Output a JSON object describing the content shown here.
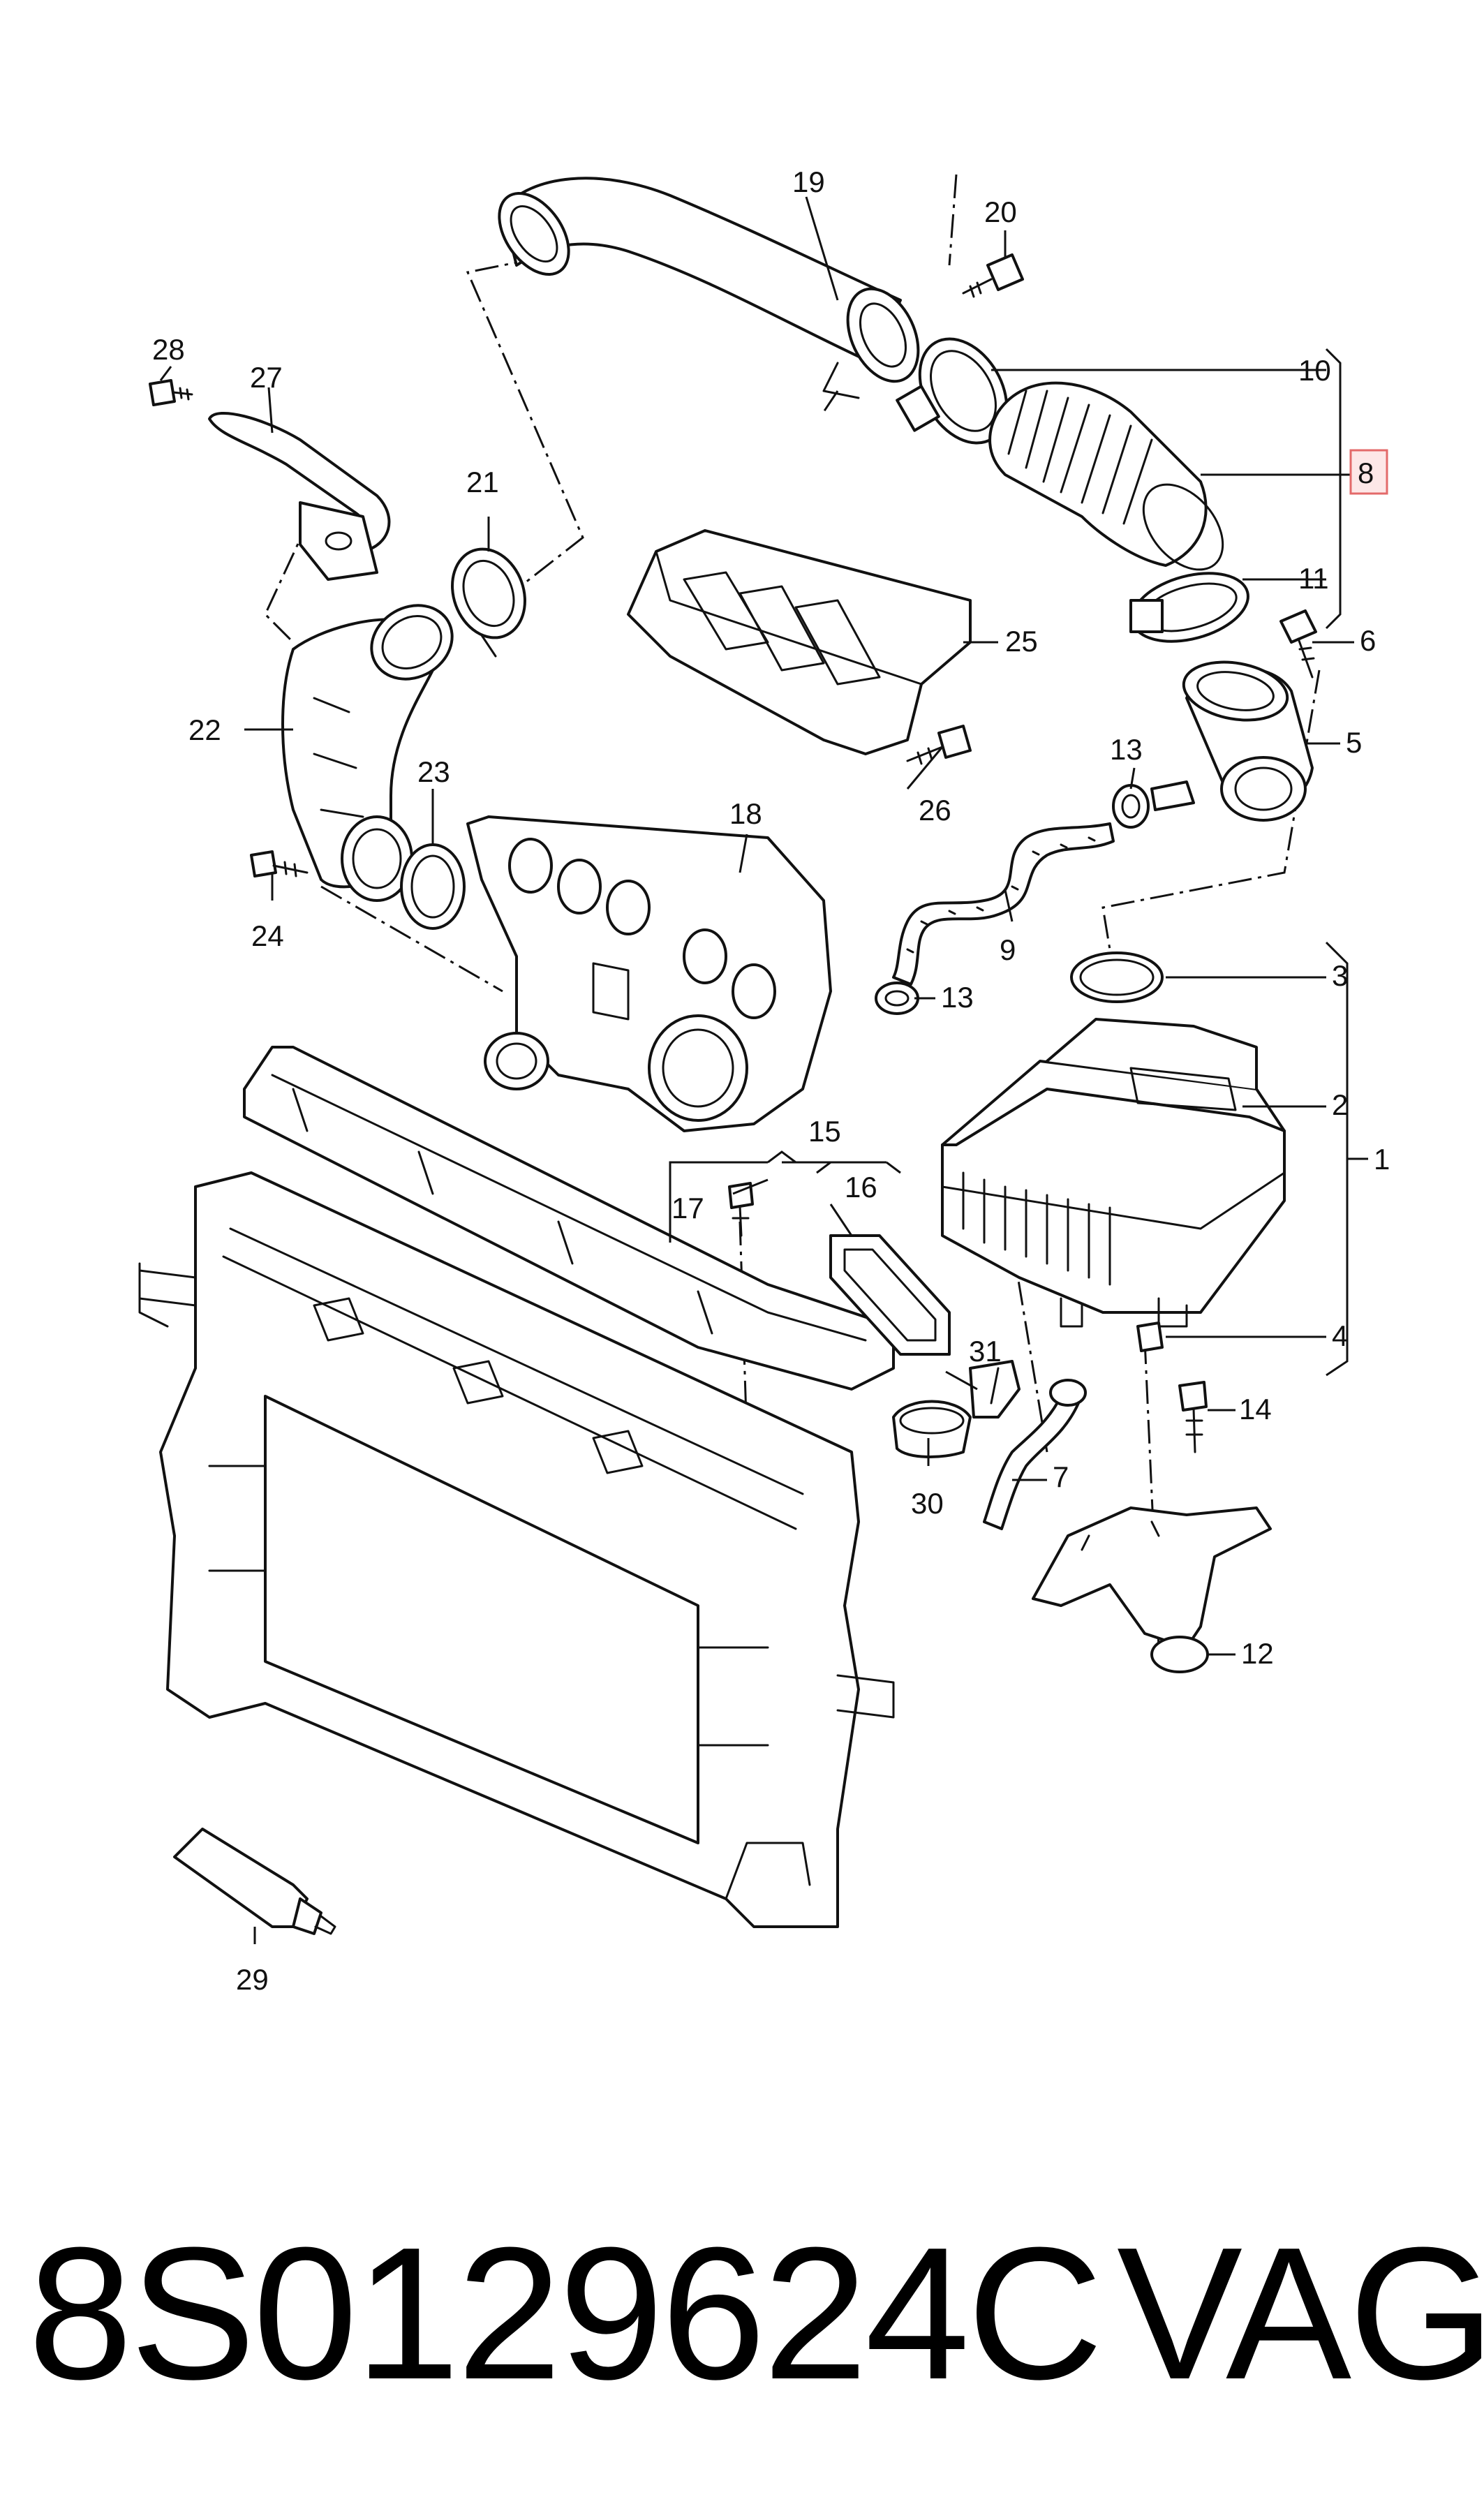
{
  "callouts": {
    "c1": "1",
    "c2": "2",
    "c3": "3",
    "c4": "4",
    "c5": "5",
    "c6": "6",
    "c7": "7",
    "c8": "8",
    "c9": "9",
    "c10": "10",
    "c11": "11",
    "c12": "12",
    "c13a": "13",
    "c13b": "13",
    "c14": "14",
    "c15": "15",
    "c16": "16",
    "c17": "17",
    "c18": "18",
    "c19": "19",
    "c20": "20",
    "c21": "21",
    "c22": "22",
    "c23": "23",
    "c24": "24",
    "c25": "25",
    "c26": "26",
    "c27": "27",
    "c28": "28",
    "c29": "29",
    "c30": "30",
    "c31": "31"
  },
  "highlighted_callout": "8",
  "footer": {
    "part_number": "8S0129624C",
    "brand": "VAG"
  }
}
